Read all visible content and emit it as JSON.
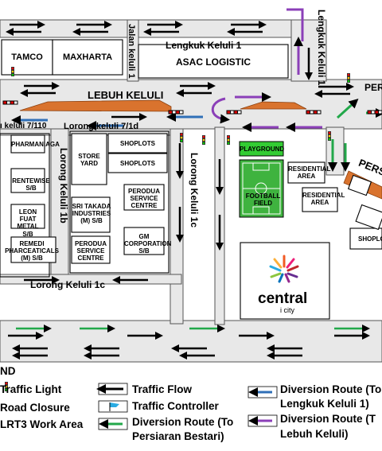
{
  "roads": {
    "lengkuk_keluli_1_top": "Lengkuk Keluli 1",
    "lengkuk_keluli_1_right": "Lengkuk Keluli 1",
    "jalan_keluli_1": "Jalan keluli 1",
    "lebuh_keluli": "LEBUH KELULI",
    "lorong_keluli_7_110": "ı keluli 7/110",
    "lorong_keluli_7_1d": "Lorong keluli 7/1d",
    "lorong_keluli_1b": "Lorong Keluli 1b",
    "lorong_keluli_1c_vertical": "Lorong Keluli 1c",
    "lorong_keluli_1c": "Lorong Keluli 1c",
    "persiaran_right_top": "PER",
    "persiaran_right_mid": "PERS"
  },
  "buildings": {
    "tamco": "TAMCO",
    "maxharta": "MAXHARTA",
    "asac": "ASAC LOGISTIC",
    "pharmaniaga": "PHARMANIAGA",
    "rentewise": "RENTEWISE S/B",
    "leon_fuat": "LEON FUAT METAL S/B",
    "remedi": "REMEDI PHARCEATICALS (M) S/B",
    "store_yard": "STORE YARD",
    "shoplots_1": "SHOPLOTS",
    "shoplots_2": "SHOPLOTS",
    "sri_takada": "SRI TAKADA INDUSTRIES (M) S/B",
    "perodua_service_1": "PERODUA SERVICE CENTRE",
    "perodua_service_2": "PERODUA SERVICE CENTRE",
    "gm_corporation": "GM CORPORATION S/B",
    "playground": "PLAYGROUND",
    "football_field": "FOOTBALL FIELD",
    "residential_1": "RESIDENTIAL AREA",
    "residential_2": "RESIDENTIAL AREA",
    "shoplots_right": "SHOPLO",
    "central_name": "central",
    "central_sub": "i city"
  },
  "legend": {
    "heading": "ND",
    "traffic_light": "Traffic Light",
    "road_closure": "Road Closure",
    "lrt3": "LRT3 Work Area",
    "traffic_flow": "Traffic Flow",
    "traffic_controller": "Traffic Controller",
    "diversion_persiaran_1": "Diversion Route (To",
    "diversion_persiaran_2": "Persiaran Bestari)",
    "diversion_lengkuk_1": "Diversion Route (To",
    "diversion_lengkuk_2": "Lengkuk Keluli 1)",
    "diversion_lebuh_1": "Diversion Route (T",
    "diversion_lebuh_2": "Lebuh Keluli)"
  },
  "colors": {
    "road_gray": "#e6e6e6",
    "lrt3_orange": "#d9732e",
    "diversion_green": "#22a84a",
    "diversion_blue": "#2f6fb7",
    "diversion_purple": "#8b3fb8",
    "field_green": "#3fb33f",
    "playground_green": "#33cc33"
  }
}
